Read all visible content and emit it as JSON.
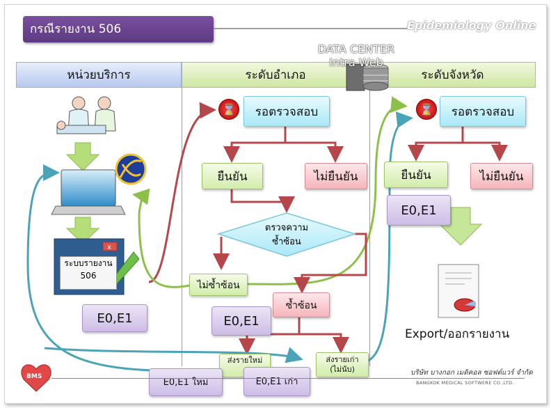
{
  "header": {
    "title": "กรณีรายงาน 506",
    "watermark": "Epidemiology Online"
  },
  "columns": {
    "service": "หน่วยบริการ",
    "district": "ระดับอำเภอ",
    "province": "ระดับจังหวัด"
  },
  "datacenter": {
    "line1": "DATA CENTER",
    "line2": "Intra Web"
  },
  "system_window": {
    "line1": "ระบบรายงาน",
    "line2": "506"
  },
  "district_flow": {
    "waiting": "รอตรวจสอบ",
    "confirm": "ยืนยัน",
    "not_confirm": "ไม่ยืนยัน",
    "check_dup_line1": "ตรวจความ",
    "check_dup_line2": "ซ้ำซ้อน",
    "not_dup": "ไม่ซ้ำซ้อน",
    "dup": "ซ้ำซ้อน",
    "send_new_line1": "ส่งรายใหม่",
    "send_old_line1": "ส่งรายเก่า",
    "send_old_line2": "(ไม่นับ)"
  },
  "province_flow": {
    "waiting": "รอตรวจสอบ",
    "confirm": "ยืนยัน",
    "not_confirm": "ไม่ยืนยัน",
    "export": "Export/ออกรายงาน"
  },
  "bubbles": {
    "service": "E0,E1",
    "district": "E0,E1",
    "province": "E0,E1",
    "new": "E0,E1 ใหม่",
    "old": "E0,E1 เก่า"
  },
  "footer": {
    "logo": "BMS",
    "company_th": "บริษัท บางกอก เมดิคอล ซอฟต์แวร์ จำกัด",
    "company_en": "BANGKOK MEDICAL SOFTWERE CO.,LTD."
  },
  "colors": {
    "title_bg": "#6a4591",
    "arrow_red": "#b5474b",
    "arrow_teal": "#4aa3b6",
    "arrow_green": "#8dc04a"
  }
}
